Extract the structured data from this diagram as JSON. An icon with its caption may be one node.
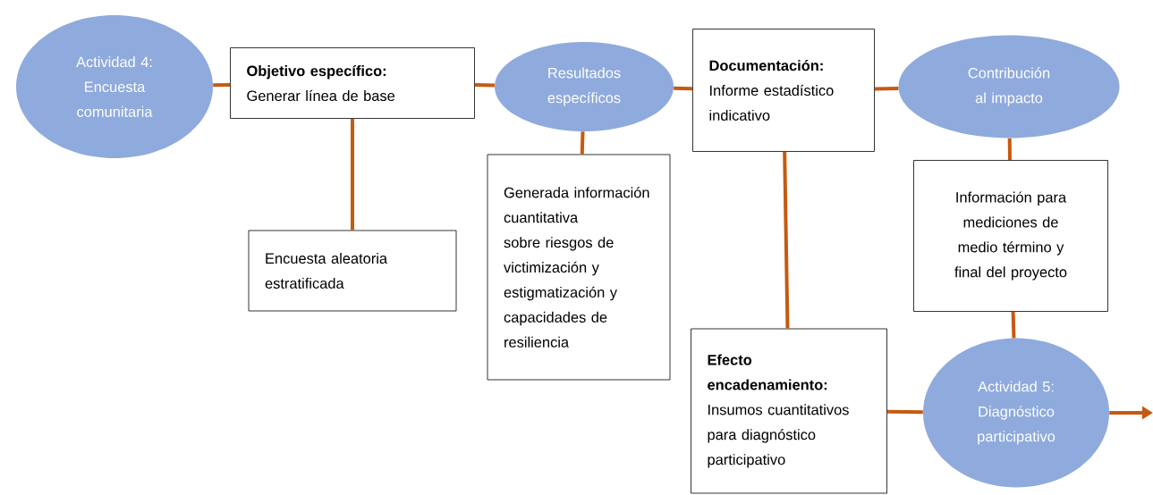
{
  "diagram": {
    "nodes": [
      {
        "text": [
          "Actividad 4: Encuesta comunitaria"
        ]
      },
      {
        "text": [
          "Objetivo específico:",
          "Generar línea de base"
        ]
      },
      {
        "text": [
          "Encuesta aleatoria estratificada"
        ]
      },
      {
        "text": [
          "Resultados específicos"
        ]
      },
      {
        "text": [
          "Generada información cuantitativa sobre riesgos de victimización y estigmatización y capacidades de resiliencia"
        ]
      },
      {
        "text": [
          "Documentación:",
          "Informe estadístico indicativo"
        ]
      },
      {
        "text": [
          "Contribución al impacto"
        ]
      },
      {
        "text": [
          "Información para mediciones de medio término y final del proyecto"
        ]
      },
      {
        "text": [
          "Efecto encadenamiento:",
          "Insumos cuantitativos para diagnóstico participativo"
        ]
      },
      {
        "text": [
          "Actividad 5: Diagnóstico participativo"
        ]
      }
    ],
    "edges": [
      {
        "from": 0,
        "to": 1,
        "arrow": "none"
      },
      {
        "from": 1,
        "to": 2,
        "arrow": "none"
      },
      {
        "from": 1,
        "to": 3,
        "arrow": "none"
      },
      {
        "from": 3,
        "to": 4,
        "arrow": "none"
      },
      {
        "from": 3,
        "to": 5,
        "arrow": "none"
      },
      {
        "from": 5,
        "to": 8,
        "arrow": "none"
      },
      {
        "from": 5,
        "to": 6,
        "arrow": "none"
      },
      {
        "from": 6,
        "to": 7,
        "arrow": "none"
      },
      {
        "from": 7,
        "to": 9,
        "arrow": "none"
      },
      {
        "from": 8,
        "to": 9,
        "arrow": "none"
      },
      {
        "from": 9,
        "to": null,
        "arrow": "to"
      }
    ]
  }
}
